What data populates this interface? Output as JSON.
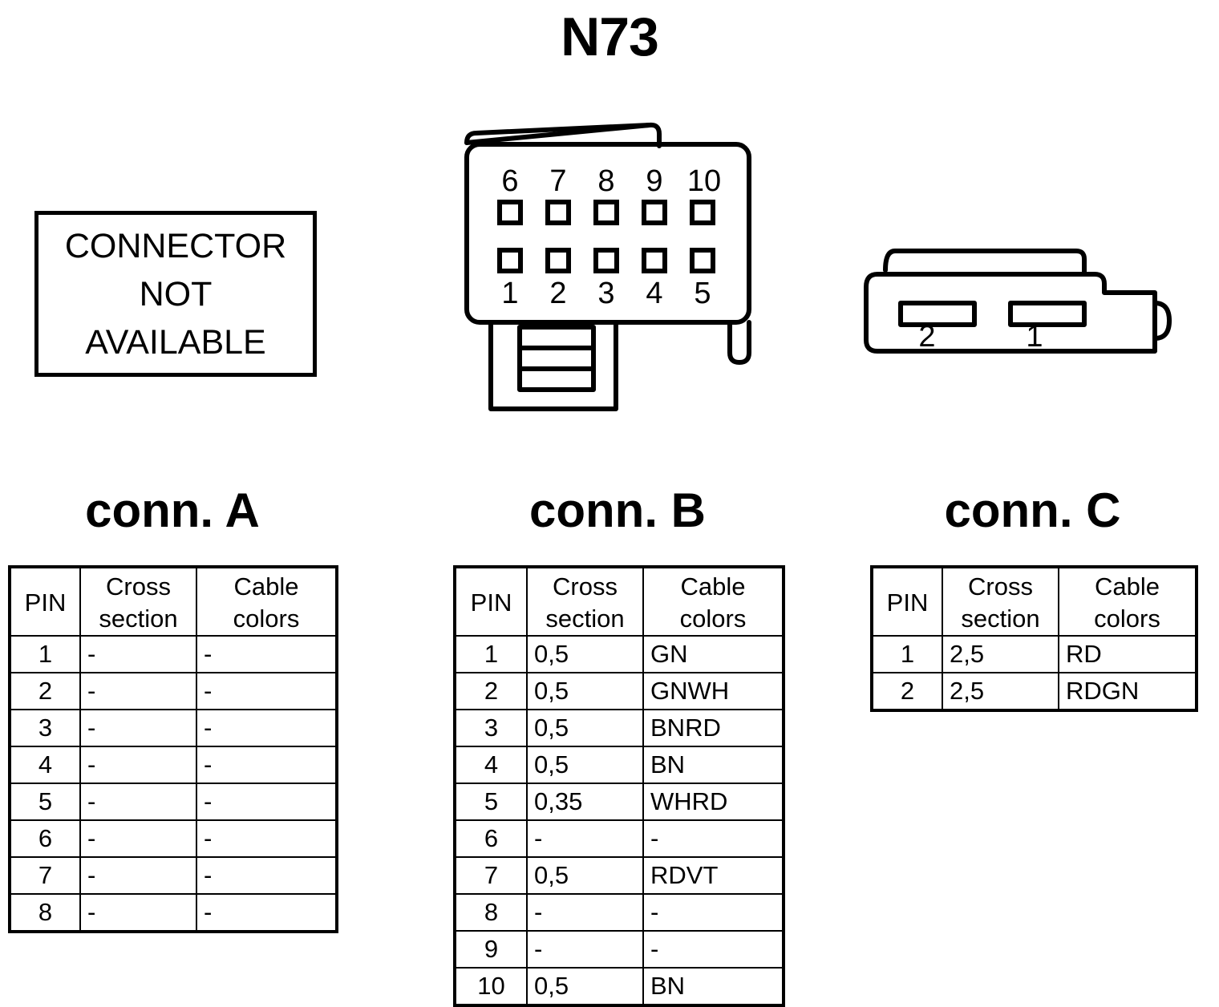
{
  "title": "N73",
  "connector_a": {
    "notice_lines": [
      "CONNECTOR",
      "NOT",
      "AVAILABLE"
    ],
    "heading": "conn. A"
  },
  "connector_b": {
    "heading": "conn. B",
    "pin_labels_top": [
      "6",
      "7",
      "8",
      "9",
      "10"
    ],
    "pin_labels_bottom": [
      "1",
      "2",
      "3",
      "4",
      "5"
    ]
  },
  "connector_c": {
    "heading": "conn. C",
    "pin_labels": [
      "2",
      "1"
    ]
  },
  "table_headers": [
    "PIN",
    "Cross section",
    "Cable colors"
  ],
  "table_header_parts": {
    "pin": "PIN",
    "cross": "Cross",
    "section": "section",
    "cable": "Cable",
    "colors": "colors"
  },
  "table_a_rows": [
    {
      "pin": "1",
      "cross_section": "-",
      "cable_colors": "-"
    },
    {
      "pin": "2",
      "cross_section": "-",
      "cable_colors": "-"
    },
    {
      "pin": "3",
      "cross_section": "-",
      "cable_colors": "-"
    },
    {
      "pin": "4",
      "cross_section": "-",
      "cable_colors": "-"
    },
    {
      "pin": "5",
      "cross_section": "-",
      "cable_colors": "-"
    },
    {
      "pin": "6",
      "cross_section": "-",
      "cable_colors": "-"
    },
    {
      "pin": "7",
      "cross_section": "-",
      "cable_colors": "-"
    },
    {
      "pin": "8",
      "cross_section": "-",
      "cable_colors": "-"
    }
  ],
  "table_b_rows": [
    {
      "pin": "1",
      "cross_section": "0,5",
      "cable_colors": "GN"
    },
    {
      "pin": "2",
      "cross_section": "0,5",
      "cable_colors": "GNWH"
    },
    {
      "pin": "3",
      "cross_section": "0,5",
      "cable_colors": "BNRD"
    },
    {
      "pin": "4",
      "cross_section": "0,5",
      "cable_colors": "BN"
    },
    {
      "pin": "5",
      "cross_section": "0,35",
      "cable_colors": "WHRD"
    },
    {
      "pin": "6",
      "cross_section": "-",
      "cable_colors": "-"
    },
    {
      "pin": "7",
      "cross_section": "0,5",
      "cable_colors": "RDVT"
    },
    {
      "pin": "8",
      "cross_section": "-",
      "cable_colors": "-"
    },
    {
      "pin": "9",
      "cross_section": "-",
      "cable_colors": "-"
    },
    {
      "pin": "10",
      "cross_section": "0,5",
      "cable_colors": "BN"
    }
  ],
  "table_c_rows": [
    {
      "pin": "1",
      "cross_section": "2,5",
      "cable_colors": "RD"
    },
    {
      "pin": "2",
      "cross_section": "2,5",
      "cable_colors": "RDGN"
    }
  ],
  "colors": {
    "stroke": "#000000",
    "background": "#ffffff"
  }
}
